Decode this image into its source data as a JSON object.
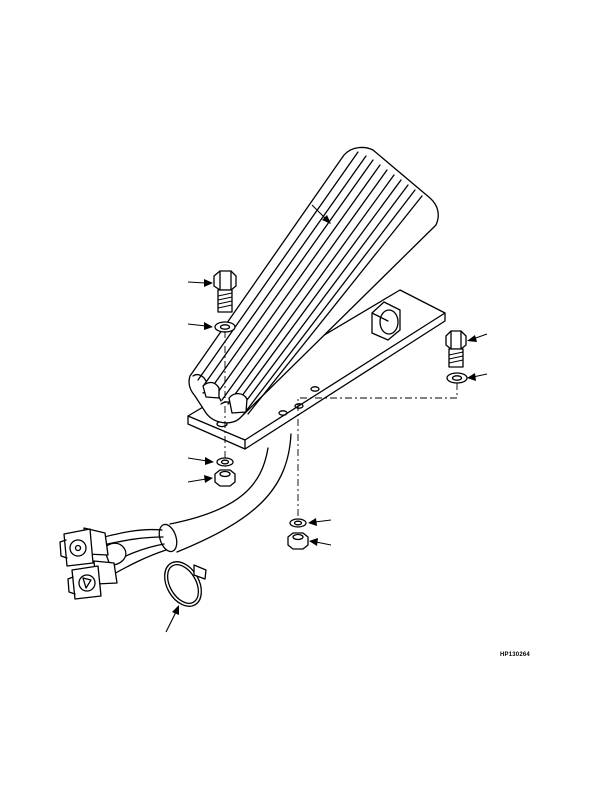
{
  "figure": {
    "id": "HP130264"
  },
  "callouts": [
    {
      "part": "accelerator-pedal"
    },
    {
      "part": "capscrew-left"
    },
    {
      "part": "washer-left-top"
    },
    {
      "part": "capscrew-right"
    },
    {
      "part": "washer-right-top"
    },
    {
      "part": "lockwasher-left"
    },
    {
      "part": "nut-left"
    },
    {
      "part": "lockwasher-right"
    },
    {
      "part": "nut-right"
    },
    {
      "part": "tie-strap"
    }
  ]
}
